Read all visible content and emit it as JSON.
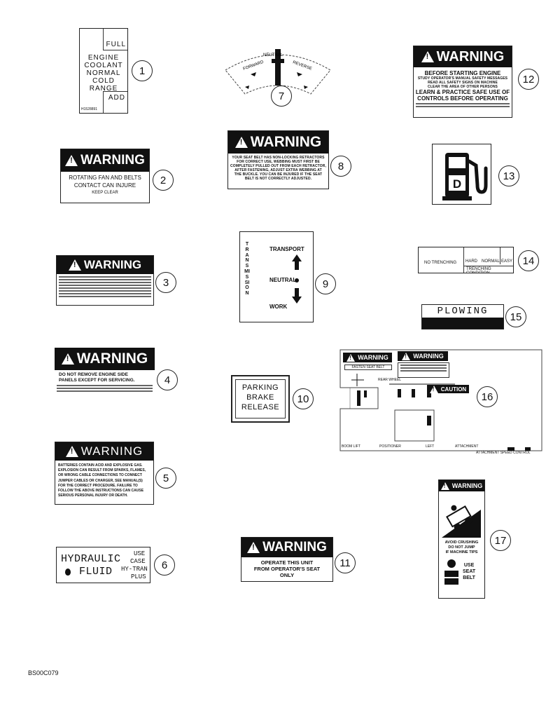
{
  "decals": {
    "d1": {
      "full": "FULL",
      "lines": [
        "ENGINE",
        "COOLANT",
        "NORMAL",
        "COLD",
        "RANGE"
      ],
      "add": "ADD",
      "code": "H1528891",
      "num": "1"
    },
    "d2": {
      "warning": "WARNING",
      "l1": "ROTATING FAN AND BELTS",
      "l2": "CONTACT CAN INJURE",
      "l3": "KEEP CLEAR",
      "num": "2"
    },
    "d3": {
      "warning": "WARNING",
      "num": "3"
    },
    "d4": {
      "warning": "WARNING",
      "l1": "DO NOT REMOVE ENGINE SIDE",
      "l2": "PANELS EXCEPT FOR SERVICING.",
      "num": "4"
    },
    "d5": {
      "warning": "WARNING",
      "lines": [
        "BATTERIES CONTAIN ACID AND EXPLOSIVE GAS.",
        "EXPLOSION CAN RESULT FROM SPARKS, FLAMES,",
        "OR WRONG CABLE CONNECTIONS TO CONNECT",
        "JUMPER CABLES OR CHARGER, SEE MANUAL(S)",
        "FOR THE CORRECT PROCEDURE. FAILURE TO",
        "FOLLOW THE ABOVE INSTRUCTIONS CAN CAUSE",
        "SERIOUS PERSONAL INJURY OR DEATH."
      ],
      "num": "5"
    },
    "d6": {
      "hydraulic": "HYDRAULIC",
      "fluid": "FLUID",
      "use": "USE",
      "case": "CASE",
      "hytran": "HY-TRAN",
      "plus": "PLUS",
      "num": "6"
    },
    "d7": {
      "forward": "FORWARD",
      "neutral": "NEUTRAL",
      "reverse": "REVERSE",
      "num": "7"
    },
    "d8": {
      "warning": "WARNING",
      "lines": [
        "YOUR SEAT BELT HAS NON-LOCKING RETRACTORS",
        "FOR CORRECT USE, WEBBING MUST FIRST BE",
        "COMPLETELY PULLED OUT FROM EACH RETRACTOR,",
        "AFTER FASTENING, ADJUST EXTRA WEBBING AT",
        "THE BUCKLE. YOU CAN BE INJURED IF THE SEAT",
        "BELT IS NOT CORRECTLY ADJUSTED."
      ],
      "num": "8"
    },
    "d9": {
      "side": "TRANSMISSION",
      "transport": "TRANSPORT",
      "neutral": "NEUTRAL",
      "work": "WORK",
      "num": "9"
    },
    "d10": {
      "l1": "PARKING",
      "l2": "BRAKE",
      "l3": "RELEASE",
      "num": "10"
    },
    "d11": {
      "warning": "WARNING",
      "l1": "OPERATE THIS UNIT",
      "l2": "FROM OPERATOR'S SEAT",
      "l3": "ONLY",
      "num": "11"
    },
    "d12": {
      "warning": "WARNING",
      "l1": "BEFORE STARTING ENGINE",
      "l2": "STUDY OPERATOR'S MANUAL SAFETY MESSAGES",
      "l3": "READ ALL SAFETY SIGNS ON MACHINE",
      "l4": "CLEAR THE AREA OF OTHER PERSONS",
      "l5": "LEARN & PRACTICE SAFE USE OF",
      "l6": "CONTROLS BEFORE OPERATING",
      "num": "12"
    },
    "d13": {
      "letter": "D",
      "num": "13"
    },
    "d14": {
      "no_trenching": "NO TRENCHING",
      "hard": "HARD",
      "normal": "NORMAL",
      "easy": "EASY",
      "condition": "TRENCHING CONDITION",
      "num": "14"
    },
    "d15": {
      "plowing": "PLOWING",
      "num": "15"
    },
    "d16": {
      "warning1": "WARNING",
      "fasten": "FASTEN SEAT BELT",
      "warning2": "WARNING",
      "caution": "CAUTION",
      "rear_wheel": "REAR WHEEL",
      "boom_lift": "BOOM LIFT",
      "pos": "POSITIONER",
      "left": "LEFT",
      "attach": "ATTACHMENT",
      "speed": "ATTACHMENT SPEED CONTROL",
      "num": "16"
    },
    "d17": {
      "warning": "WARNING",
      "l1": "AVOID CRUSHING",
      "l2": "DO NOT JUMP",
      "l3": "IF MACHINE TIPS",
      "l4": "USE",
      "l5": "SEAT",
      "l6": "BELT",
      "num": "17"
    }
  },
  "footer": {
    "code": "BS00C079"
  }
}
